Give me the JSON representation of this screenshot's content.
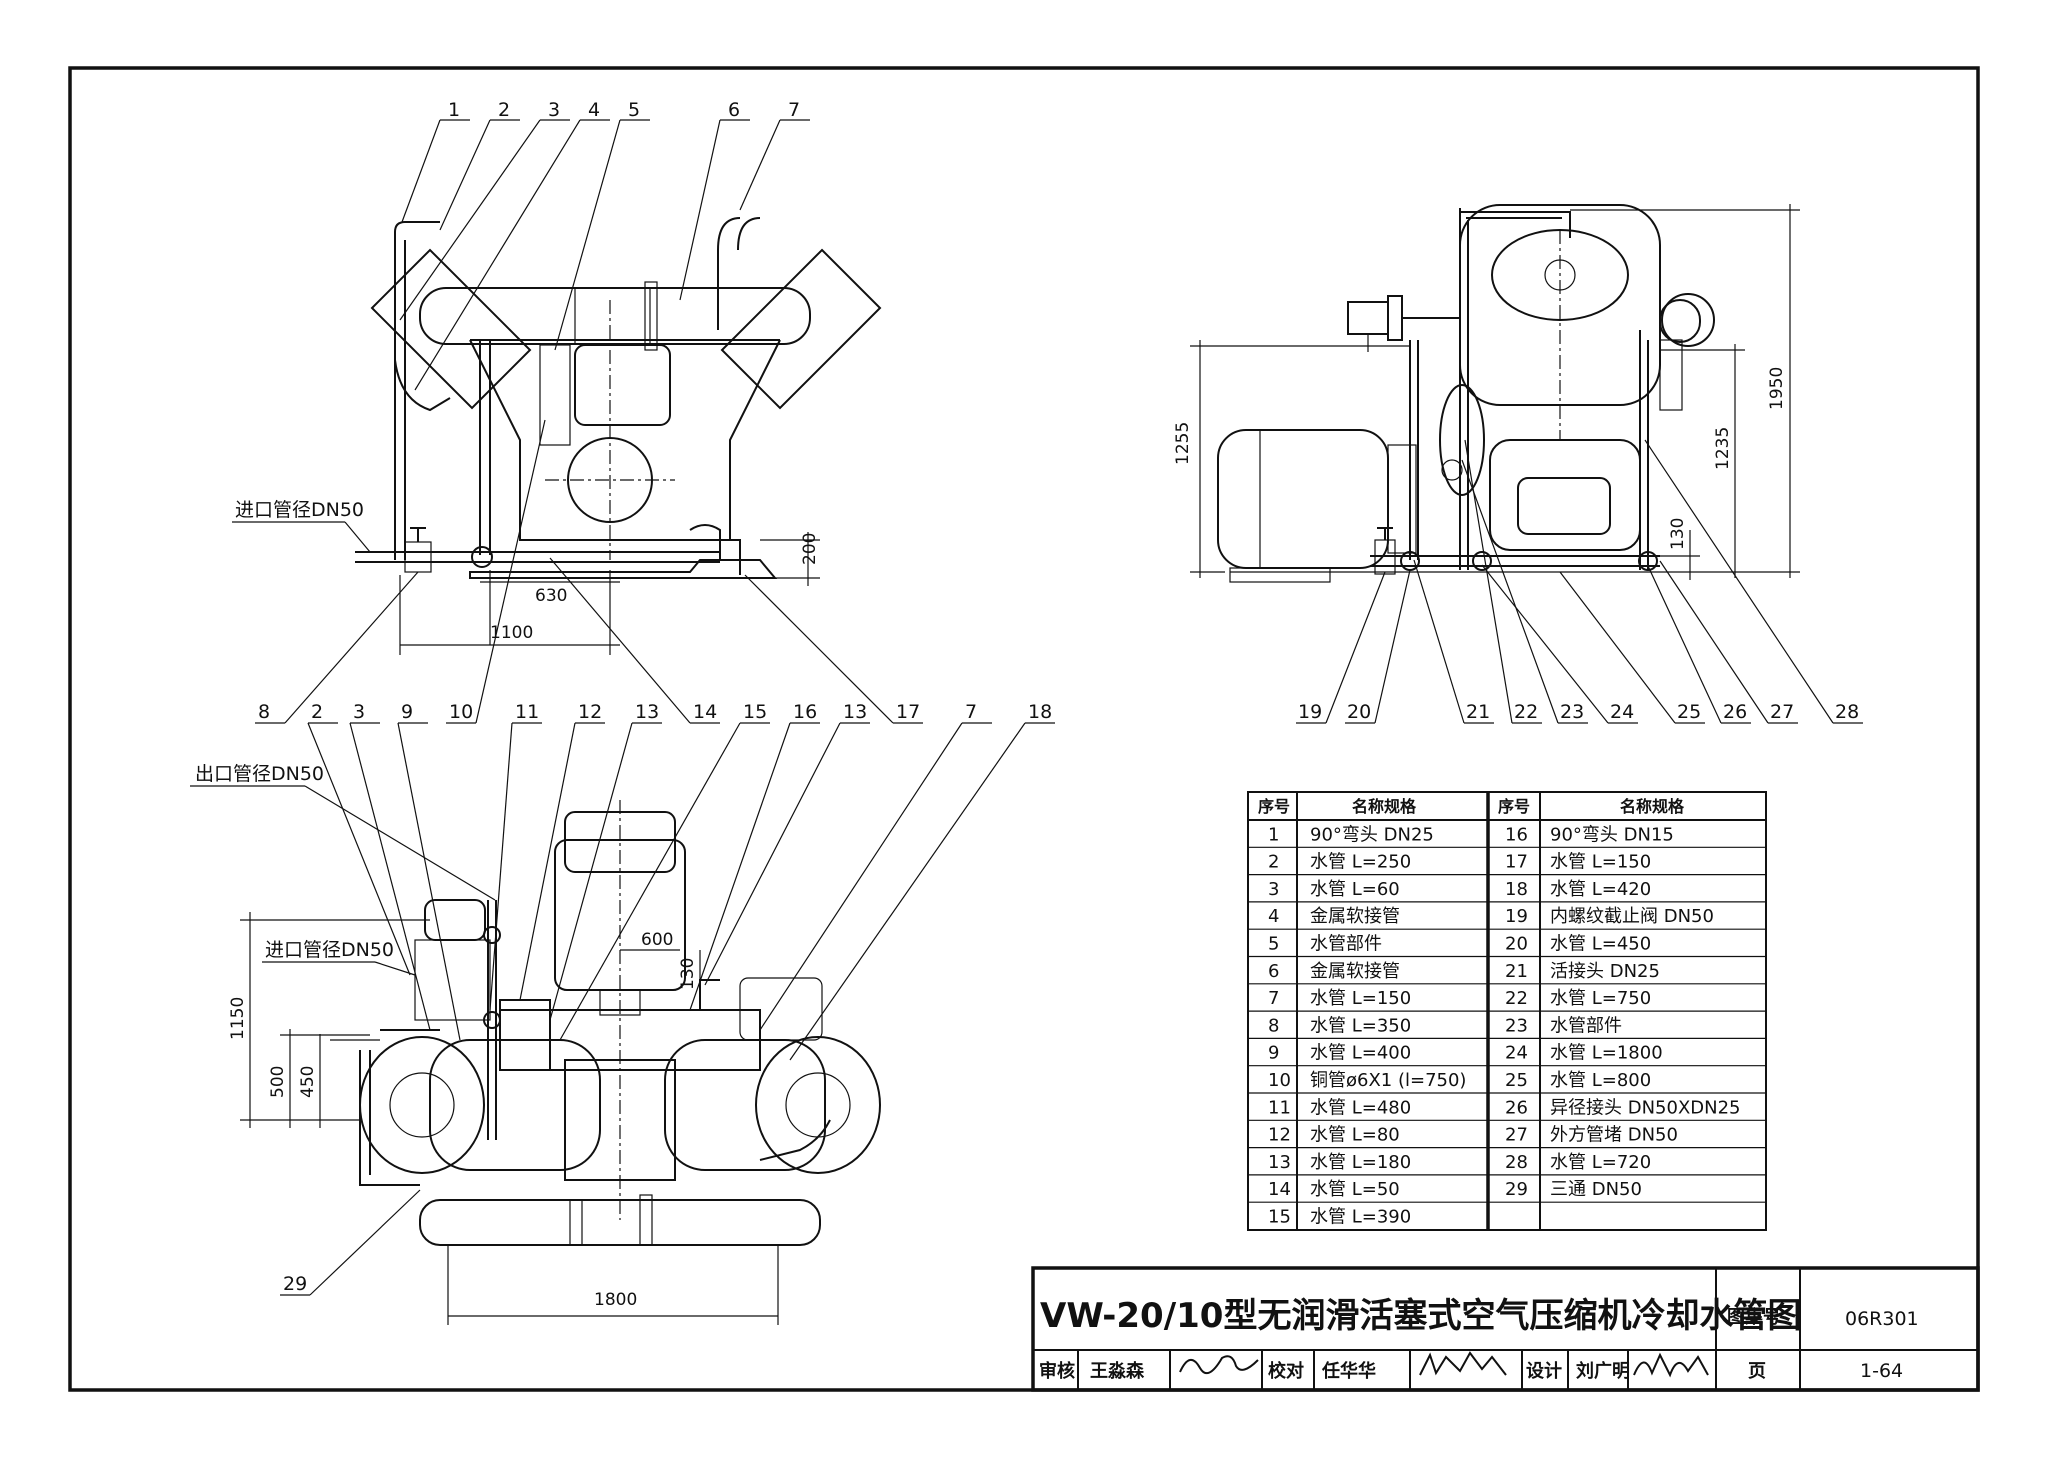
{
  "drawing": {
    "title": "VW-20/10型无润滑活塞式空气压缩机冷却水管图",
    "atlas_label": "图集号",
    "atlas_no": "06R301",
    "page_label": "页",
    "page_no": "1-64",
    "review_label": "审核",
    "reviewer": "王淼森",
    "check_label": "校对",
    "checker": "任华华",
    "design_label": "设计",
    "designer": "刘广明"
  },
  "annotations": {
    "inlet_top": "进口管径DN50",
    "outlet_plan": "出口管径DN50",
    "inlet_plan": "进口管径DN50"
  },
  "dimensions": {
    "front_200": "200",
    "front_630": "630",
    "front_1100": "1100",
    "side_1255": "1255",
    "side_1950": "1950",
    "side_1235": "1235",
    "side_130": "130",
    "plan_1150": "1150",
    "plan_500": "500",
    "plan_450": "450",
    "plan_600": "600",
    "plan_130": "130",
    "plan_1800": "1800"
  },
  "callouts": {
    "front_top": [
      "1",
      "2",
      "3",
      "4",
      "5",
      "6",
      "7"
    ],
    "front_bottom": [
      "8",
      "10",
      "14",
      "17"
    ],
    "plan_top": [
      "2",
      "3",
      "9",
      "11",
      "12",
      "13",
      "15",
      "16",
      "13",
      "7",
      "18"
    ],
    "plan_bottom": [
      "29"
    ],
    "side_bottom": [
      "19",
      "20",
      "21",
      "22",
      "23",
      "24",
      "25",
      "26",
      "27",
      "28"
    ]
  },
  "parts_table": {
    "headers": [
      "序号",
      "名称规格",
      "序号",
      "名称规格"
    ],
    "rows": [
      [
        "1",
        "90°弯头 DN25",
        "16",
        "90°弯头 DN15"
      ],
      [
        "2",
        "水管 L=250",
        "17",
        "水管 L=150"
      ],
      [
        "3",
        "水管 L=60",
        "18",
        "水管 L=420"
      ],
      [
        "4",
        "金属软接管",
        "19",
        "内螺纹截止阀 DN50"
      ],
      [
        "5",
        "水管部件",
        "20",
        "水管 L=450"
      ],
      [
        "6",
        "金属软接管",
        "21",
        "活接头 DN25"
      ],
      [
        "7",
        "水管 L=150",
        "22",
        "水管 L=750"
      ],
      [
        "8",
        "水管 L=350",
        "23",
        "水管部件"
      ],
      [
        "9",
        "水管 L=400",
        "24",
        "水管 L=1800"
      ],
      [
        "10",
        "铜管ø6X1 (l=750)",
        "25",
        "水管 L=800"
      ],
      [
        "11",
        "水管 L=480",
        "26",
        "异径接头 DN50XDN25"
      ],
      [
        "12",
        "水管 L=80",
        "27",
        "外方管堵 DN50"
      ],
      [
        "13",
        "水管 L=180",
        "28",
        "水管 L=720"
      ],
      [
        "14",
        "水管 L=50",
        "29",
        "三通 DN50"
      ],
      [
        "15",
        "水管 L=390",
        "",
        ""
      ]
    ]
  }
}
